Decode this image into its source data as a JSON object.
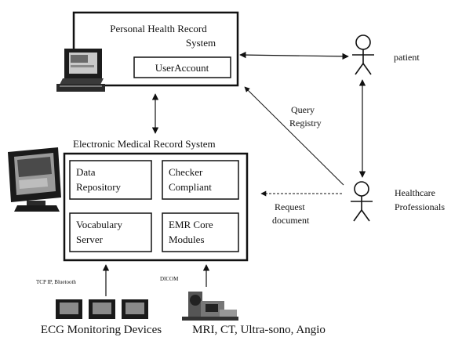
{
  "phr": {
    "title_line1": "Personal Health Record",
    "title_line2": "System",
    "useraccount": "UserAccount"
  },
  "emr": {
    "title": "Electronic Medical Record System",
    "modules": [
      {
        "line1": "Data",
        "line2": "Repository"
      },
      {
        "line1": "Checker",
        "line2": "Compliant"
      },
      {
        "line1": "Vocabulary",
        "line2": "Server"
      },
      {
        "line1": "EMR Core",
        "line2": "Modules"
      }
    ]
  },
  "actors": {
    "patient": "patient",
    "healthcare_line1": "Healthcare",
    "healthcare_line2": "Professionals"
  },
  "labels": {
    "query_line1": "Query",
    "query_line2": "Registry",
    "request_line1": "Request",
    "request_line2": "document",
    "tcp": "TCP IP, Bluetooth",
    "dicom": "DICOM",
    "ecg": "ECG Monitoring Devices",
    "mri": "MRI, CT, Ultra-sono, Angio"
  }
}
